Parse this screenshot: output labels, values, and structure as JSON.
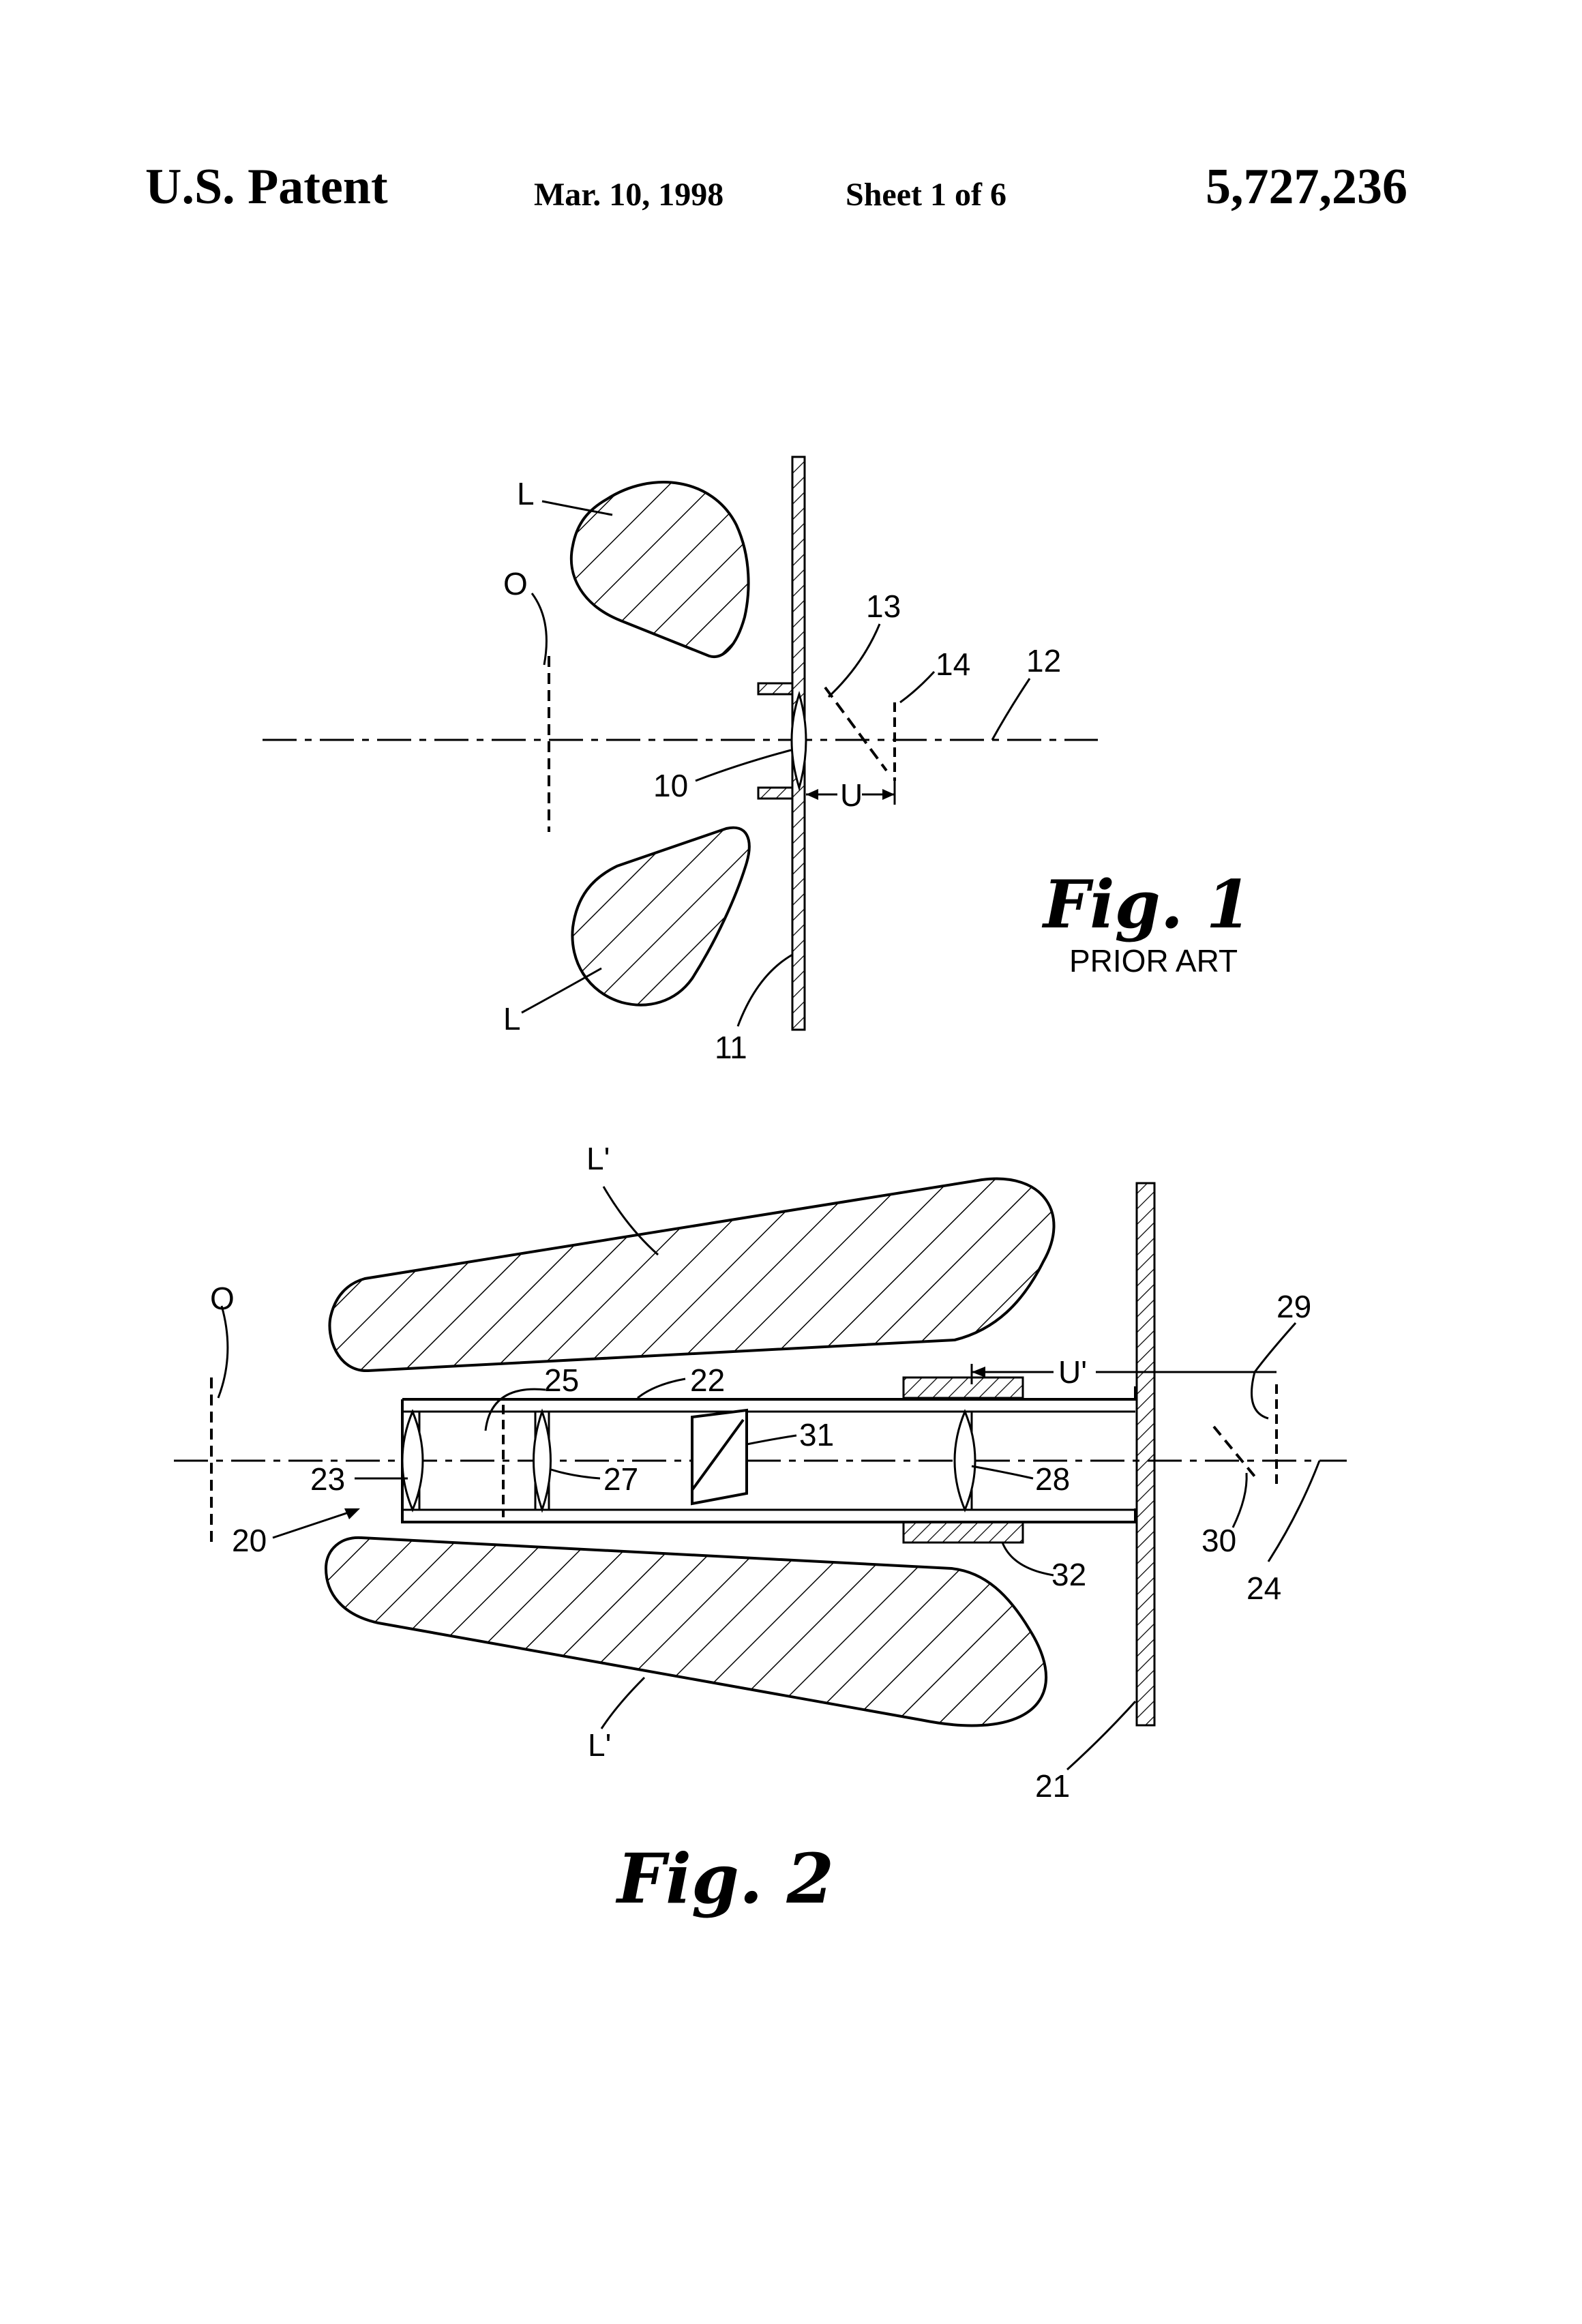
{
  "header": {
    "patent": "U.S. Patent",
    "date": "Mar. 10, 1998",
    "sheet": "Sheet 1 of 6",
    "number": "5,727,236"
  },
  "fig1": {
    "caption": "Fig. 1",
    "subcaption": "PRIOR ART",
    "labels": {
      "L_top": "L",
      "L_bottom": "L",
      "O": "O",
      "n10": "10",
      "n11": "11",
      "n12": "12",
      "n13": "13",
      "n14": "14",
      "U": "U"
    }
  },
  "fig2": {
    "caption": "Fig. 2",
    "labels": {
      "L_top": "L'",
      "L_bottom": "L'",
      "O": "O",
      "n20": "20",
      "n21": "21",
      "n22": "22",
      "n23": "23",
      "n24": "24",
      "n25": "25",
      "n27": "27",
      "n28": "28",
      "n29": "29",
      "n30": "30",
      "n31": "31",
      "n32": "32",
      "U": "U'"
    }
  }
}
